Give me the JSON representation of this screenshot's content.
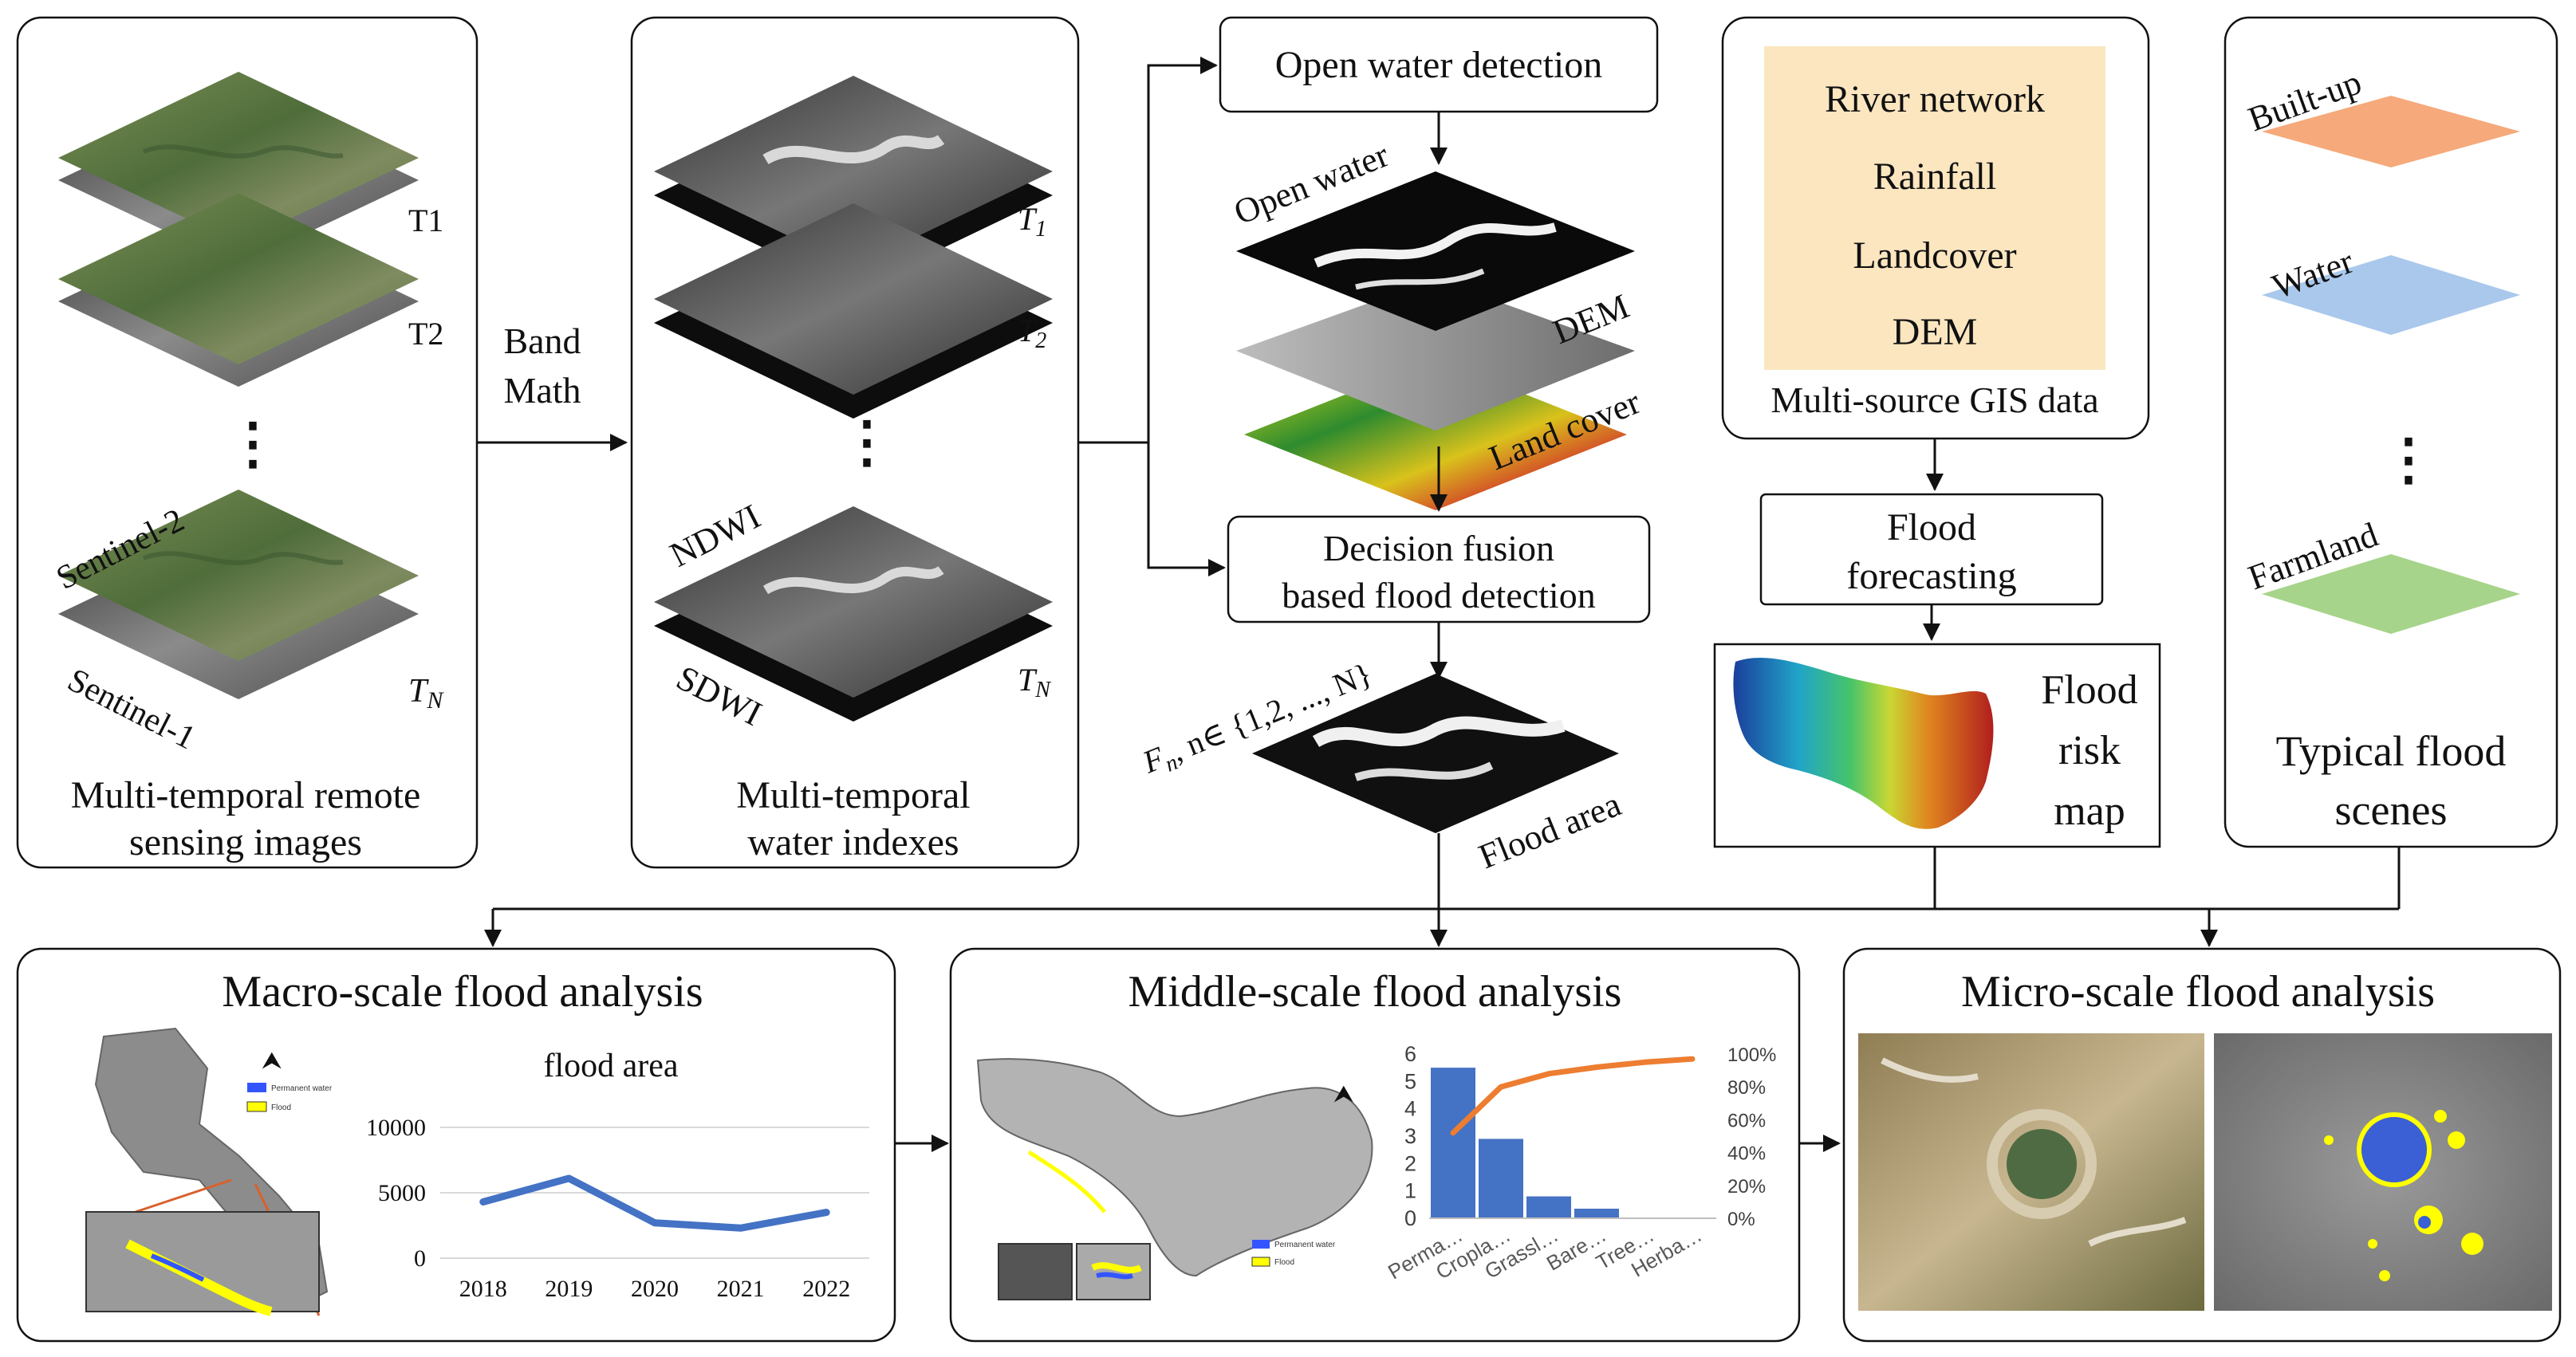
{
  "colors": {
    "satellite_green": "#5f7d44",
    "radar_gray": "#8a8a8a",
    "gis_box_fill": "#fbe6c0",
    "builtup": "#f6a97a",
    "water": "#a9c8ec",
    "farmland": "#a6d48a",
    "line_blue": "#4472c4",
    "pareto_orange": "#ed7d31",
    "flood_yellow": "#ffff00",
    "perm_water_blue": "#3355ff"
  },
  "panel1": {
    "caption_line1": "Multi-temporal remote",
    "caption_line2": "sensing images",
    "label_t1": "T1",
    "label_t2": "T2",
    "label_tn": "T",
    "label_tn_sub": "N",
    "sentinel2": "Sentinel-2",
    "sentinel1": "Sentinel-1",
    "ellipsis": "⋮"
  },
  "band_math": {
    "line1": "Band",
    "line2": "Math"
  },
  "panel2": {
    "caption_line1": "Multi-temporal",
    "caption_line2": "water indexes",
    "label_t1": "T",
    "label_t1_sub": "1",
    "label_t2": "T",
    "label_t2_sub": "2",
    "label_tn": "T",
    "label_tn_sub": "N",
    "ndwi": "NDWI",
    "sdwi": "SDWI",
    "ellipsis": "⋮"
  },
  "flow": {
    "open_water_detection": "Open water detection",
    "open_water": "Open water",
    "dem": "DEM",
    "land_cover": "Land cover",
    "decision_line1": "Decision fusion",
    "decision_line2": "based flood detection",
    "fn_label": "F",
    "fn_sub": "n",
    "fn_set": ", n∈ {1,2, ..., N}",
    "flood_area": "Flood area"
  },
  "gis": {
    "items": [
      "River network",
      "Rainfall",
      "Landcover",
      "DEM"
    ],
    "caption": "Multi-source GIS data",
    "forecast_line1": "Flood",
    "forecast_line2": "forecasting",
    "risk_line1": "Flood",
    "risk_line2": "risk",
    "risk_line3": "map"
  },
  "scenes": {
    "builtup": "Built-up",
    "water": "Water",
    "farmland": "Farmland",
    "ellipsis": "⋮",
    "caption_line1": "Typical flood",
    "caption_line2": "scenes"
  },
  "macro": {
    "title": "Macro-scale flood analysis",
    "map_legend": [
      "Permanent water",
      "Flood"
    ]
  },
  "middle": {
    "title": "Middle-scale flood analysis",
    "map_legend": [
      "Permanent water",
      "Flood"
    ]
  },
  "micro": {
    "title": "Micro-scale flood analysis"
  },
  "chart_data": [
    {
      "type": "line",
      "title": "flood area",
      "x": [
        "2018",
        "2019",
        "2020",
        "2021",
        "2022"
      ],
      "y_ticks": [
        "0",
        "5000",
        "10000"
      ],
      "ylim": [
        0,
        10000
      ],
      "series": [
        {
          "values": [
            4300,
            6100,
            2700,
            2300,
            3500
          ]
        }
      ],
      "grid": true,
      "legend": "none"
    },
    {
      "type": "bar",
      "categories": [
        "Perma…",
        "Cropla…",
        "Grassl…",
        "Bare…",
        "Tree…",
        "Herba…"
      ],
      "values": [
        5.5,
        2.9,
        0.8,
        0.35,
        0.02,
        0.01
      ],
      "cumulative_percent": [
        52,
        80,
        88,
        92,
        95,
        97
      ],
      "y_ticks": [
        "0",
        "1",
        "2",
        "3",
        "4",
        "5",
        "6"
      ],
      "y2_ticks": [
        "0%",
        "20%",
        "40%",
        "60%",
        "80%",
        "100%"
      ],
      "ylim": [
        0,
        6
      ],
      "y2lim": [
        0,
        100
      ],
      "legend": "none"
    }
  ]
}
